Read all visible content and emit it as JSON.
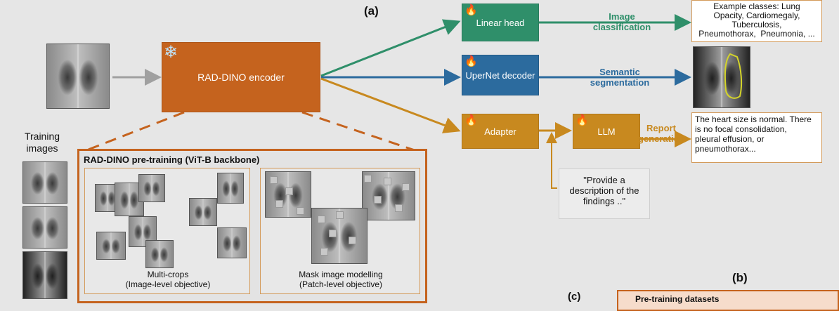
{
  "panels": {
    "a": "(a)",
    "b": "(b)",
    "c": "(c)"
  },
  "encoder": {
    "label": "RAD-DINO encoder",
    "icon": "snowflake-icon"
  },
  "heads": {
    "linear": {
      "label": "Linear head",
      "icon": "flame-icon"
    },
    "upernet": {
      "label": "UperNet decoder",
      "icon": "flame-icon"
    },
    "adapter": {
      "label": "Adapter",
      "icon": "flame-icon"
    },
    "llm": {
      "label": "LLM",
      "icon": "flame-icon"
    }
  },
  "edges": {
    "classification": "Image\nclassification",
    "segmentation": "Semantic\nsegmentation",
    "report": "Report\ngeneration"
  },
  "outputs": {
    "classes": "Example classes: Lung\nOpacity, Cardiomegaly,\nTuberculosis,\nPneumothorax,  Pneumonia, ...",
    "report": "The heart size is normal. There\nis no focal consolidation,\npleural effusion, or\npneumothorax..."
  },
  "prompt": "\"Provide a\ndescription of the\nfindings ..\"",
  "training_images_label": "Training\nimages",
  "pretraining": {
    "title": "RAD-DINO pre-training (ViT-B backbone)",
    "multicrop_caption": "Multi-crops\n(Image-level objective)",
    "mim_caption": "Mask image modelling\n(Patch-level objective)"
  },
  "datasets_title": "Pre-training datasets",
  "colors": {
    "green": "#2f8f6a",
    "blue": "#2c6b9e",
    "orange": "#c8891f",
    "encoder": "#c5631e"
  }
}
